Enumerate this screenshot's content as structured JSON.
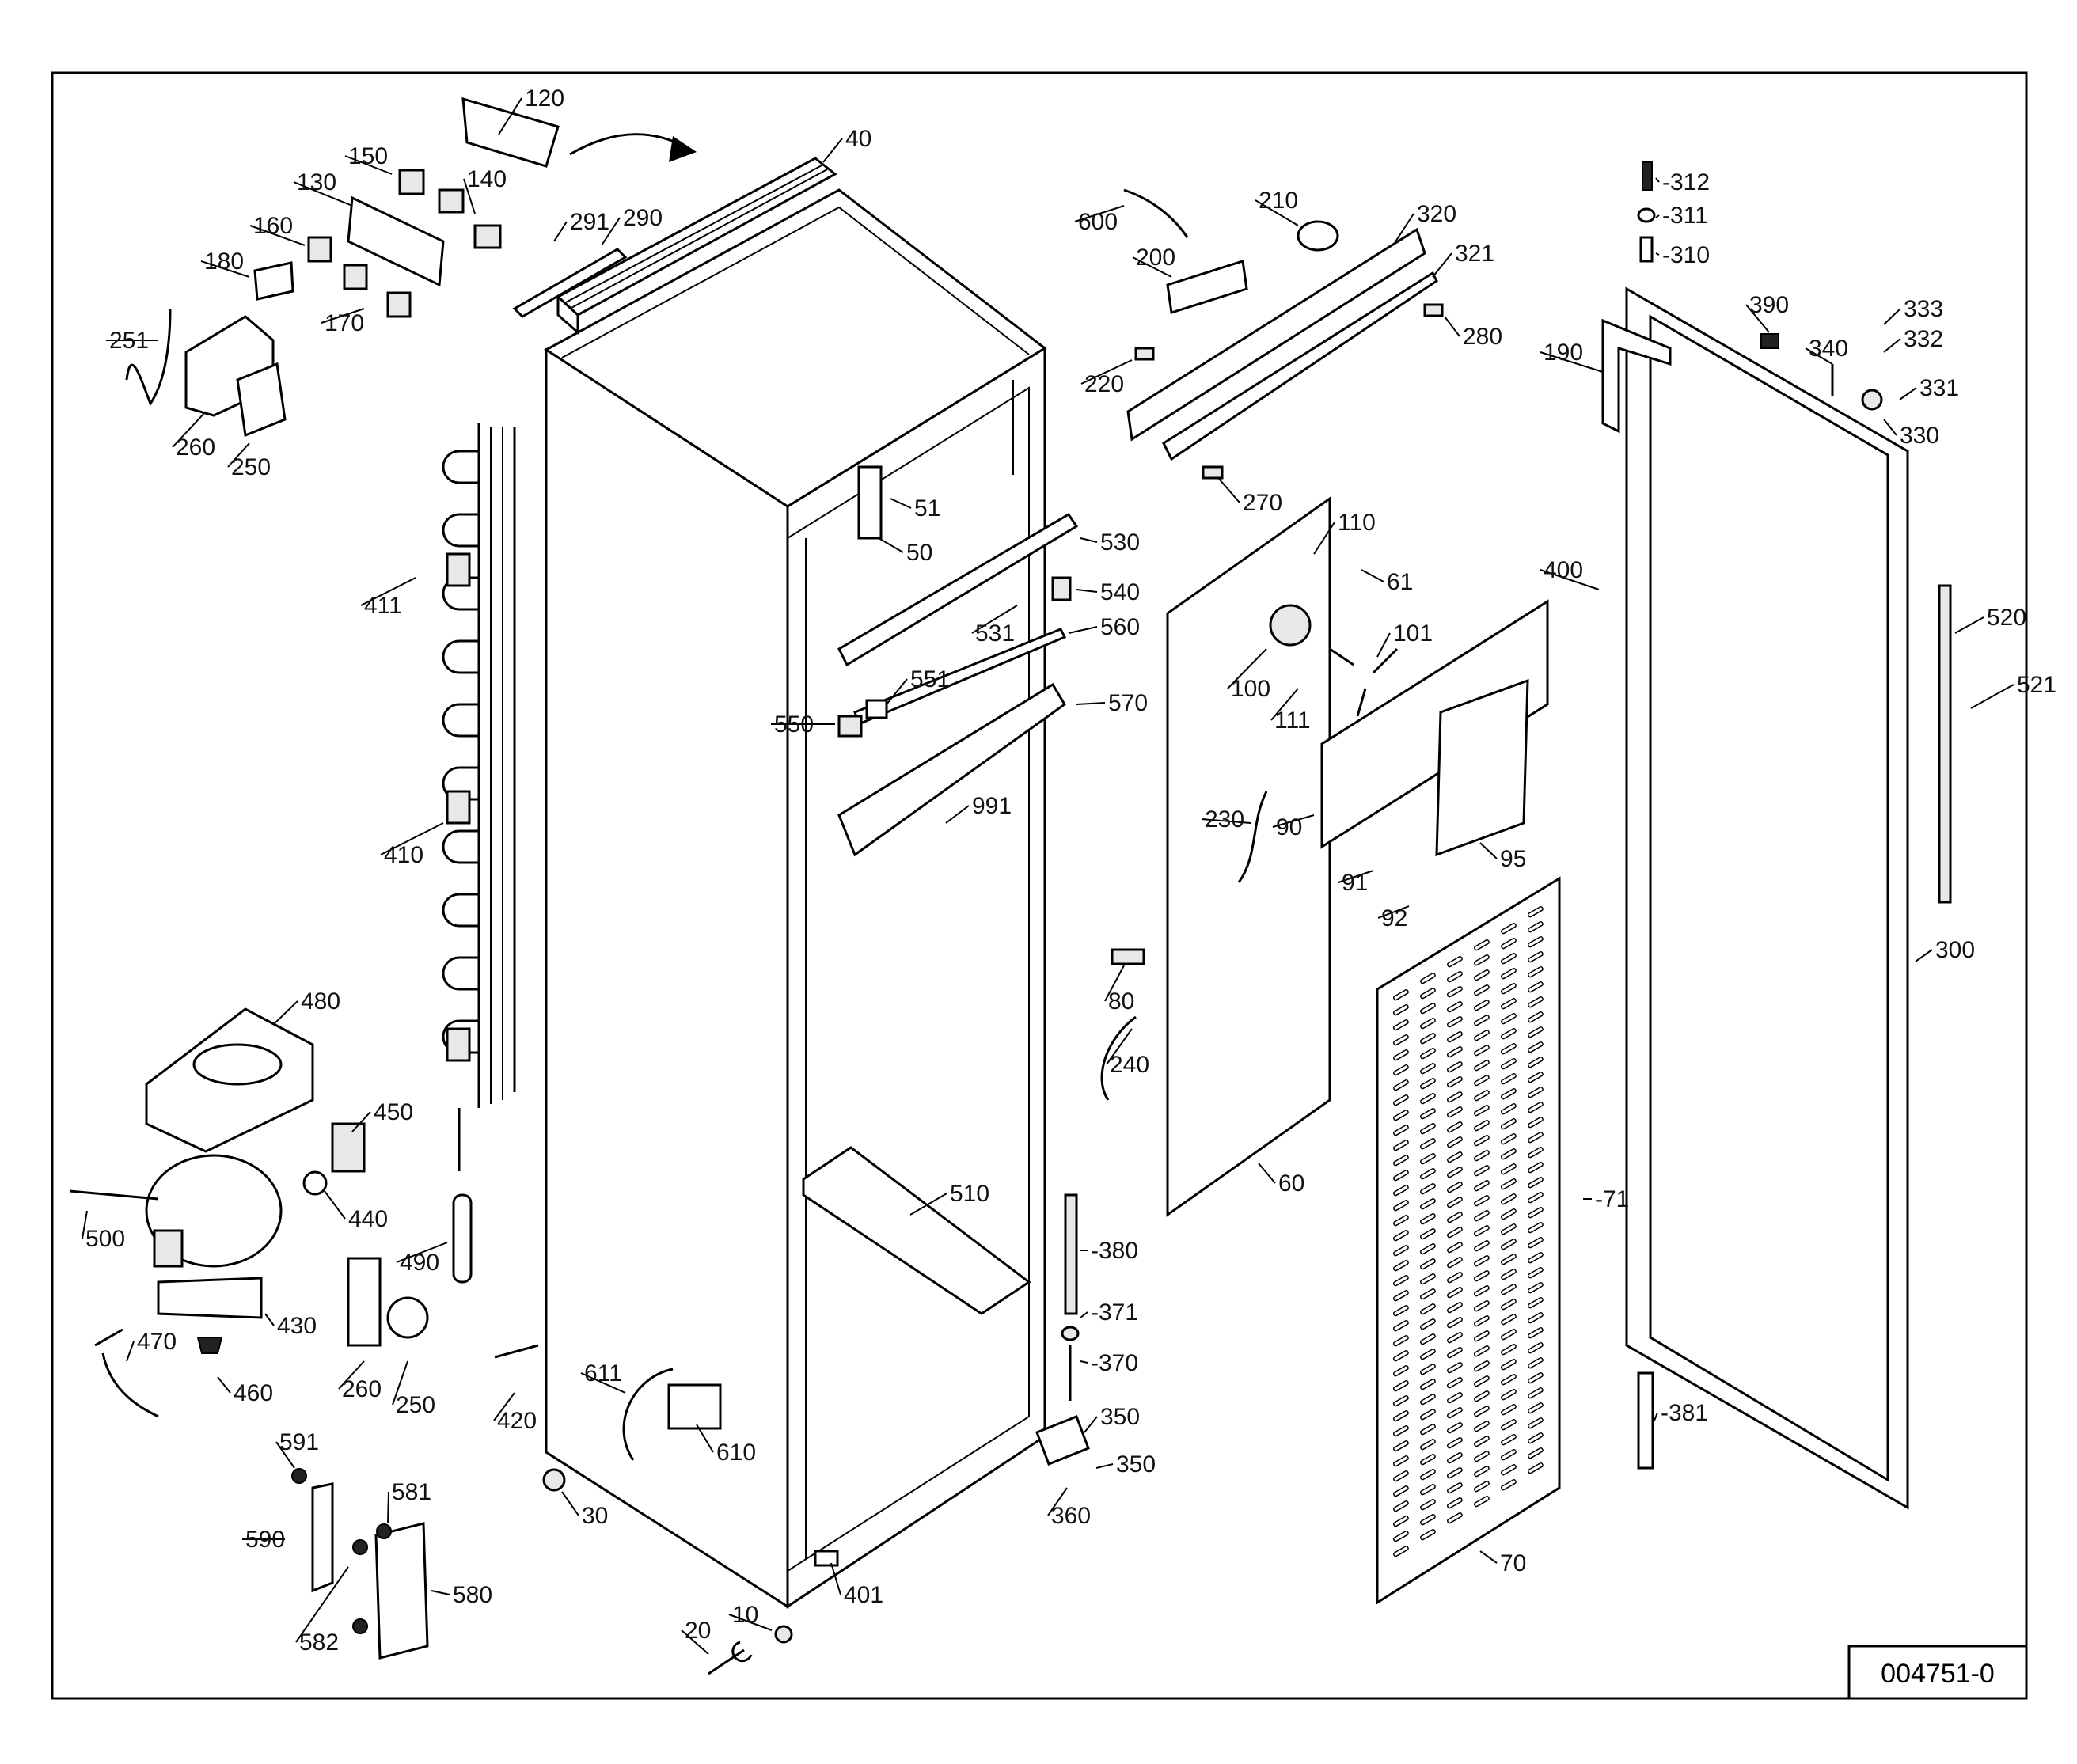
{
  "drawing_number": "004751-0",
  "part_labels": [
    {
      "key": "p120",
      "text": "120"
    },
    {
      "key": "p40",
      "text": "40"
    },
    {
      "key": "p150",
      "text": "150"
    },
    {
      "key": "p130",
      "text": "130"
    },
    {
      "key": "p140",
      "text": "140"
    },
    {
      "key": "p291",
      "text": "291"
    },
    {
      "key": "p290",
      "text": "290"
    },
    {
      "key": "p160",
      "text": "160"
    },
    {
      "key": "p180",
      "text": "180"
    },
    {
      "key": "p170",
      "text": "170"
    },
    {
      "key": "p251",
      "text": "251"
    },
    {
      "key": "p260a",
      "text": "260"
    },
    {
      "key": "p250a",
      "text": "250"
    },
    {
      "key": "p411",
      "text": "411"
    },
    {
      "key": "p410",
      "text": "410"
    },
    {
      "key": "p480",
      "text": "480"
    },
    {
      "key": "p450",
      "text": "450"
    },
    {
      "key": "p440",
      "text": "440"
    },
    {
      "key": "p500",
      "text": "500"
    },
    {
      "key": "p430",
      "text": "430"
    },
    {
      "key": "p490",
      "text": "490"
    },
    {
      "key": "p470",
      "text": "470"
    },
    {
      "key": "p460",
      "text": "460"
    },
    {
      "key": "p260b",
      "text": "260"
    },
    {
      "key": "p250b",
      "text": "250"
    },
    {
      "key": "p420",
      "text": "420"
    },
    {
      "key": "p591",
      "text": "591"
    },
    {
      "key": "p581",
      "text": "581"
    },
    {
      "key": "p590",
      "text": "590"
    },
    {
      "key": "p580",
      "text": "580"
    },
    {
      "key": "p582",
      "text": "582"
    },
    {
      "key": "p30",
      "text": "30"
    },
    {
      "key": "p611",
      "text": "611"
    },
    {
      "key": "p610",
      "text": "610"
    },
    {
      "key": "p20",
      "text": "20"
    },
    {
      "key": "p10",
      "text": "10"
    },
    {
      "key": "p401",
      "text": "401"
    },
    {
      "key": "p51",
      "text": "51"
    },
    {
      "key": "p50",
      "text": "50"
    },
    {
      "key": "p530",
      "text": "530"
    },
    {
      "key": "p540",
      "text": "540"
    },
    {
      "key": "p531",
      "text": "531"
    },
    {
      "key": "p560",
      "text": "560"
    },
    {
      "key": "p551",
      "text": "551"
    },
    {
      "key": "p550",
      "text": "550"
    },
    {
      "key": "p570",
      "text": "570"
    },
    {
      "key": "p991",
      "text": "991"
    },
    {
      "key": "p510",
      "text": "510"
    },
    {
      "key": "p600",
      "text": "600"
    },
    {
      "key": "p210",
      "text": "210"
    },
    {
      "key": "p320",
      "text": "320"
    },
    {
      "key": "p200",
      "text": "200"
    },
    {
      "key": "p321",
      "text": "321"
    },
    {
      "key": "p280",
      "text": "280"
    },
    {
      "key": "p220",
      "text": "220"
    },
    {
      "key": "p270",
      "text": "270"
    },
    {
      "key": "p110",
      "text": "110"
    },
    {
      "key": "p61",
      "text": "61"
    },
    {
      "key": "p101",
      "text": "101"
    },
    {
      "key": "p100",
      "text": "100"
    },
    {
      "key": "p111",
      "text": "111"
    },
    {
      "key": "p230",
      "text": "230"
    },
    {
      "key": "p90",
      "text": "90"
    },
    {
      "key": "p95",
      "text": "95"
    },
    {
      "key": "p91",
      "text": "91"
    },
    {
      "key": "p92",
      "text": "92"
    },
    {
      "key": "p80",
      "text": "80"
    },
    {
      "key": "p240",
      "text": "240"
    },
    {
      "key": "p60",
      "text": "60"
    },
    {
      "key": "p380",
      "text": "-380"
    },
    {
      "key": "p371",
      "text": "-371"
    },
    {
      "key": "p370",
      "text": "-370"
    },
    {
      "key": "p350a",
      "text": "350"
    },
    {
      "key": "p350b",
      "text": "350"
    },
    {
      "key": "p360",
      "text": "360"
    },
    {
      "key": "p312",
      "text": "-312"
    },
    {
      "key": "p311",
      "text": "-311"
    },
    {
      "key": "p310",
      "text": "-310"
    },
    {
      "key": "p390",
      "text": "390"
    },
    {
      "key": "p333",
      "text": "333"
    },
    {
      "key": "p332",
      "text": "332"
    },
    {
      "key": "p331",
      "text": "331"
    },
    {
      "key": "p340",
      "text": "340"
    },
    {
      "key": "p330",
      "text": "330"
    },
    {
      "key": "p190",
      "text": "190"
    },
    {
      "key": "p400",
      "text": "400"
    },
    {
      "key": "p520",
      "text": "520"
    },
    {
      "key": "p521",
      "text": "521"
    },
    {
      "key": "p300",
      "text": "300"
    },
    {
      "key": "p71",
      "text": "-71"
    },
    {
      "key": "p70",
      "text": "70"
    },
    {
      "key": "p381",
      "text": "-381"
    }
  ]
}
